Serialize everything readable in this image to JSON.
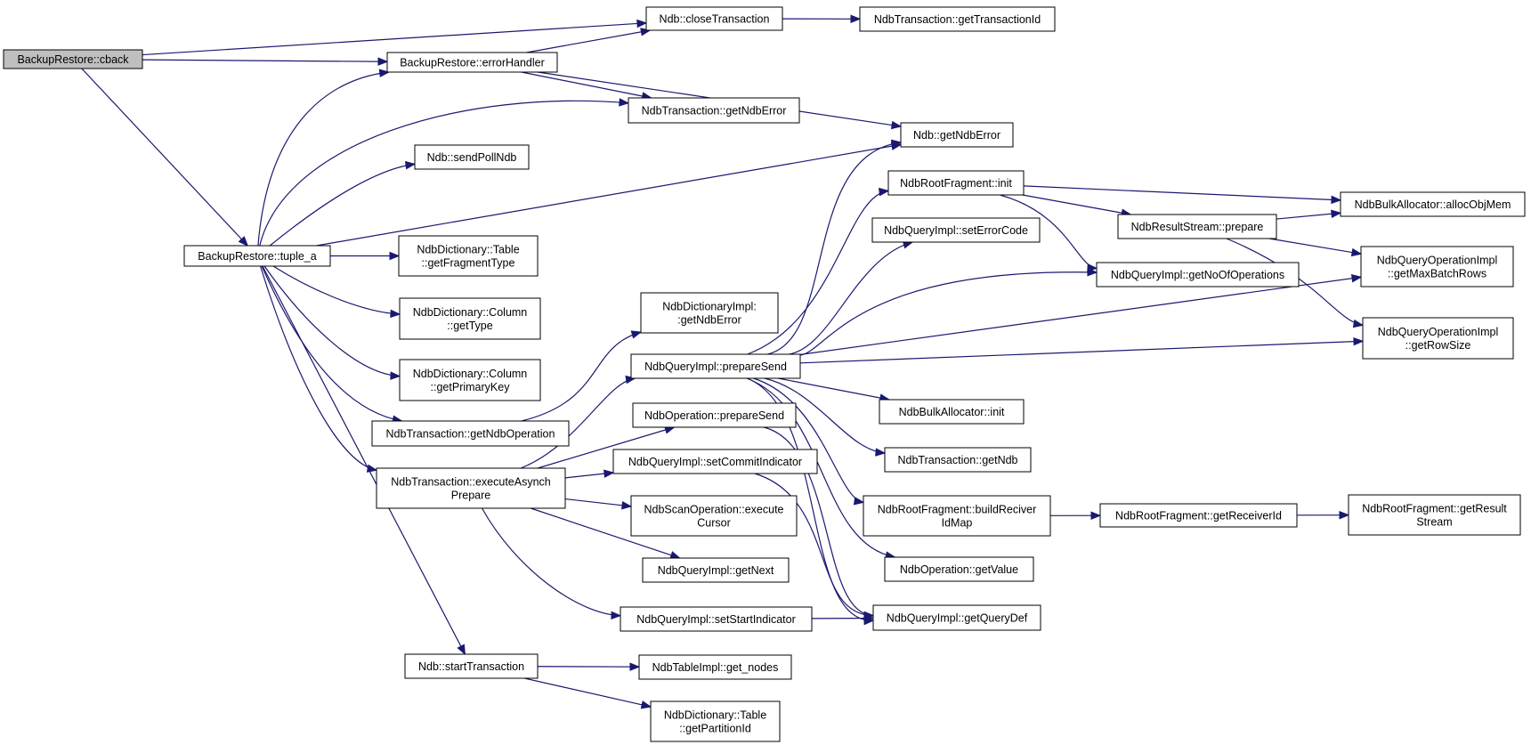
{
  "colors": {
    "edge": "#191970",
    "root_fill": "#bfbfbf",
    "node_fill": "#ffffff",
    "node_stroke": "#000000"
  },
  "nodes": [
    {
      "id": "cback",
      "root": true,
      "lines": [
        "BackupRestore::cback"
      ]
    },
    {
      "id": "tuple_a",
      "lines": [
        "BackupRestore::tuple_a"
      ]
    },
    {
      "id": "closeTransaction",
      "lines": [
        "Ndb::closeTransaction"
      ]
    },
    {
      "id": "errorHandler",
      "lines": [
        "BackupRestore::errorHandler"
      ]
    },
    {
      "id": "getTransactionId",
      "lines": [
        "NdbTransaction::getTransactionId"
      ]
    },
    {
      "id": "txGetNdbError",
      "lines": [
        "NdbTransaction::getNdbError"
      ]
    },
    {
      "id": "ndbGetNdbError",
      "lines": [
        "Ndb::getNdbError"
      ]
    },
    {
      "id": "sendPollNdb",
      "lines": [
        "Ndb::sendPollNdb"
      ]
    },
    {
      "id": "getFragmentType",
      "lines": [
        "NdbDictionary::Table",
        "::getFragmentType"
      ]
    },
    {
      "id": "colGetType",
      "lines": [
        "NdbDictionary::Column",
        "::getType"
      ]
    },
    {
      "id": "colGetPrimaryKey",
      "lines": [
        "NdbDictionary::Column",
        "::getPrimaryKey"
      ]
    },
    {
      "id": "getNdbOperation",
      "lines": [
        "NdbTransaction::getNdbOperation"
      ]
    },
    {
      "id": "executeAsynchPrepare",
      "lines": [
        "NdbTransaction::executeAsynch",
        "Prepare"
      ]
    },
    {
      "id": "startTransaction",
      "lines": [
        "Ndb::startTransaction"
      ]
    },
    {
      "id": "dictImplGetNdbError",
      "lines": [
        "NdbDictionaryImpl:",
        ":getNdbError"
      ]
    },
    {
      "id": "qiPrepareSend",
      "lines": [
        "NdbQueryImpl::prepareSend"
      ]
    },
    {
      "id": "opPrepareSend",
      "lines": [
        "NdbOperation::prepareSend"
      ]
    },
    {
      "id": "setCommitIndicator",
      "lines": [
        "NdbQueryImpl::setCommitIndicator"
      ]
    },
    {
      "id": "executeCursor",
      "lines": [
        "NdbScanOperation::execute",
        "Cursor"
      ]
    },
    {
      "id": "getNext",
      "lines": [
        "NdbQueryImpl::getNext"
      ]
    },
    {
      "id": "setStartIndicator",
      "lines": [
        "NdbQueryImpl::setStartIndicator"
      ]
    },
    {
      "id": "getNodes",
      "lines": [
        "NdbTableImpl::get_nodes"
      ]
    },
    {
      "id": "getPartitionId",
      "lines": [
        "NdbDictionary::Table",
        "::getPartitionId"
      ]
    },
    {
      "id": "rfInit",
      "lines": [
        "NdbRootFragment::init"
      ]
    },
    {
      "id": "setErrorCode",
      "lines": [
        "NdbQueryImpl::setErrorCode"
      ]
    },
    {
      "id": "getNoOfOperations",
      "lines": [
        "NdbQueryImpl::getNoOfOperations"
      ]
    },
    {
      "id": "bulkInit",
      "lines": [
        "NdbBulkAllocator::init"
      ]
    },
    {
      "id": "txGetNdb",
      "lines": [
        "NdbTransaction::getNdb"
      ]
    },
    {
      "id": "buildReciverIdMap",
      "lines": [
        "NdbRootFragment::buildReciver",
        "IdMap"
      ]
    },
    {
      "id": "opGetValue",
      "lines": [
        "NdbOperation::getValue"
      ]
    },
    {
      "id": "getQueryDef",
      "lines": [
        "NdbQueryImpl::getQueryDef"
      ]
    },
    {
      "id": "rsPrepare",
      "lines": [
        "NdbResultStream::prepare"
      ]
    },
    {
      "id": "allocObjMem",
      "lines": [
        "NdbBulkAllocator::allocObjMem"
      ]
    },
    {
      "id": "getMaxBatchRows",
      "lines": [
        "NdbQueryOperationImpl",
        "::getMaxBatchRows"
      ]
    },
    {
      "id": "getRowSize",
      "lines": [
        "NdbQueryOperationImpl",
        "::getRowSize"
      ]
    },
    {
      "id": "getReceiverId",
      "lines": [
        "NdbRootFragment::getReceiverId"
      ]
    },
    {
      "id": "getResultStream",
      "lines": [
        "NdbRootFragment::getResult",
        "Stream"
      ]
    }
  ],
  "edges": [
    [
      "cback",
      "closeTransaction"
    ],
    [
      "cback",
      "errorHandler"
    ],
    [
      "cback",
      "tuple_a"
    ],
    [
      "errorHandler",
      "closeTransaction"
    ],
    [
      "errorHandler",
      "txGetNdbError"
    ],
    [
      "errorHandler",
      "ndbGetNdbError"
    ],
    [
      "closeTransaction",
      "getTransactionId"
    ],
    [
      "tuple_a",
      "errorHandler"
    ],
    [
      "tuple_a",
      "txGetNdbError"
    ],
    [
      "tuple_a",
      "ndbGetNdbError"
    ],
    [
      "tuple_a",
      "sendPollNdb"
    ],
    [
      "tuple_a",
      "getFragmentType"
    ],
    [
      "tuple_a",
      "colGetType"
    ],
    [
      "tuple_a",
      "colGetPrimaryKey"
    ],
    [
      "tuple_a",
      "getNdbOperation"
    ],
    [
      "tuple_a",
      "executeAsynchPrepare"
    ],
    [
      "tuple_a",
      "startTransaction"
    ],
    [
      "getNdbOperation",
      "dictImplGetNdbError"
    ],
    [
      "executeAsynchPrepare",
      "qiPrepareSend"
    ],
    [
      "executeAsynchPrepare",
      "opPrepareSend"
    ],
    [
      "executeAsynchPrepare",
      "setCommitIndicator"
    ],
    [
      "executeAsynchPrepare",
      "executeCursor"
    ],
    [
      "executeAsynchPrepare",
      "getNext"
    ],
    [
      "executeAsynchPrepare",
      "setStartIndicator"
    ],
    [
      "startTransaction",
      "getNodes"
    ],
    [
      "startTransaction",
      "getPartitionId"
    ],
    [
      "qiPrepareSend",
      "ndbGetNdbError"
    ],
    [
      "qiPrepareSend",
      "rfInit"
    ],
    [
      "qiPrepareSend",
      "setErrorCode"
    ],
    [
      "qiPrepareSend",
      "getNoOfOperations"
    ],
    [
      "qiPrepareSend",
      "getMaxBatchRows"
    ],
    [
      "qiPrepareSend",
      "getRowSize"
    ],
    [
      "qiPrepareSend",
      "bulkInit"
    ],
    [
      "qiPrepareSend",
      "txGetNdb"
    ],
    [
      "qiPrepareSend",
      "buildReciverIdMap"
    ],
    [
      "qiPrepareSend",
      "opGetValue"
    ],
    [
      "qiPrepareSend",
      "getQueryDef"
    ],
    [
      "opPrepareSend",
      "getQueryDef"
    ],
    [
      "setCommitIndicator",
      "getQueryDef"
    ],
    [
      "setStartIndicator",
      "getQueryDef"
    ],
    [
      "rfInit",
      "allocObjMem"
    ],
    [
      "rfInit",
      "rsPrepare"
    ],
    [
      "rfInit",
      "getNoOfOperations"
    ],
    [
      "rsPrepare",
      "allocObjMem"
    ],
    [
      "rsPrepare",
      "getMaxBatchRows"
    ],
    [
      "rsPrepare",
      "getRowSize"
    ],
    [
      "buildReciverIdMap",
      "getReceiverId"
    ],
    [
      "getReceiverId",
      "getResultStream"
    ]
  ]
}
